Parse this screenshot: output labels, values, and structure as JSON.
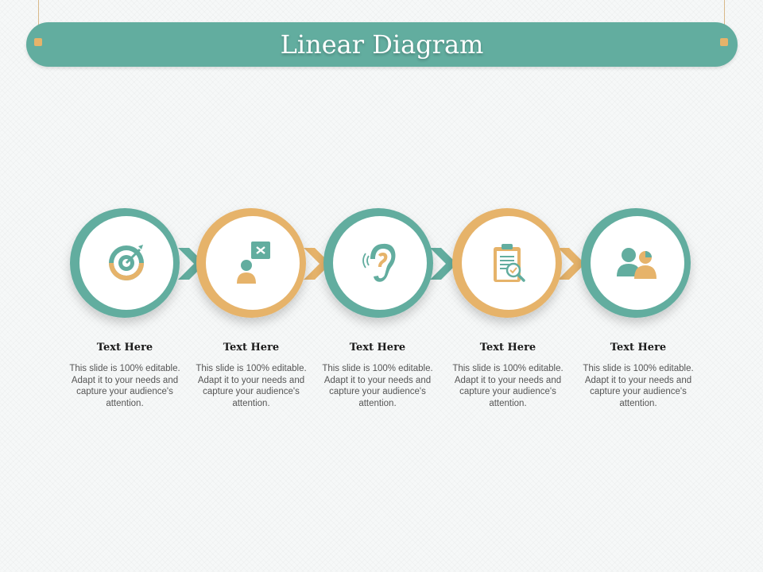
{
  "title": "Linear Diagram",
  "colors": {
    "teal": "#62ad9f",
    "gold": "#e6b36a",
    "background": "#f6f8f8"
  },
  "steps": [
    {
      "title": "Text Here",
      "description": "This slide is 100% editable. Adapt it to your needs and capture your audience's attention.",
      "icon": "target-icon",
      "color": "teal"
    },
    {
      "title": "Text Here",
      "description": "This slide is 100% editable. Adapt it to your needs and capture your audience's attention.",
      "icon": "person-decision-icon",
      "color": "gold"
    },
    {
      "title": "Text Here",
      "description": "This slide is 100% editable. Adapt it to your needs and capture your audience's attention.",
      "icon": "ear-icon",
      "color": "teal"
    },
    {
      "title": "Text Here",
      "description": "This slide is 100% editable. Adapt it to your needs and capture your audience's attention.",
      "icon": "clipboard-search-icon",
      "color": "gold"
    },
    {
      "title": "Text Here",
      "description": "This slide is 100% editable. Adapt it to your needs and capture your audience's attention.",
      "icon": "users-chart-icon",
      "color": "teal"
    }
  ]
}
